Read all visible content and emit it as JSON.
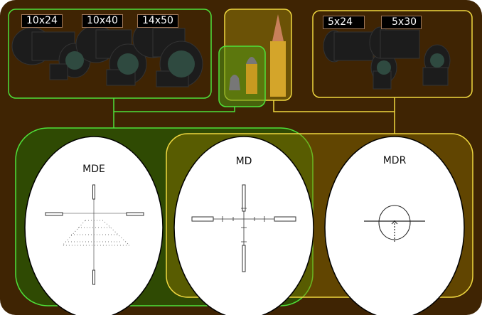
{
  "scope_groups": [
    {
      "name": "group-green",
      "color": "#4fe23a",
      "labels": [
        "10x24",
        "10x40",
        "14x50"
      ]
    },
    {
      "name": "group-yellow",
      "color": "#f0d840",
      "labels": [
        "5x24",
        "5x30"
      ]
    }
  ],
  "reticles": [
    {
      "name": "MDE"
    },
    {
      "name": "MD"
    },
    {
      "name": "MDR"
    }
  ],
  "colors": {
    "background": "#3f2403",
    "green": "#4fe23a",
    "yellow": "#f0d840"
  }
}
